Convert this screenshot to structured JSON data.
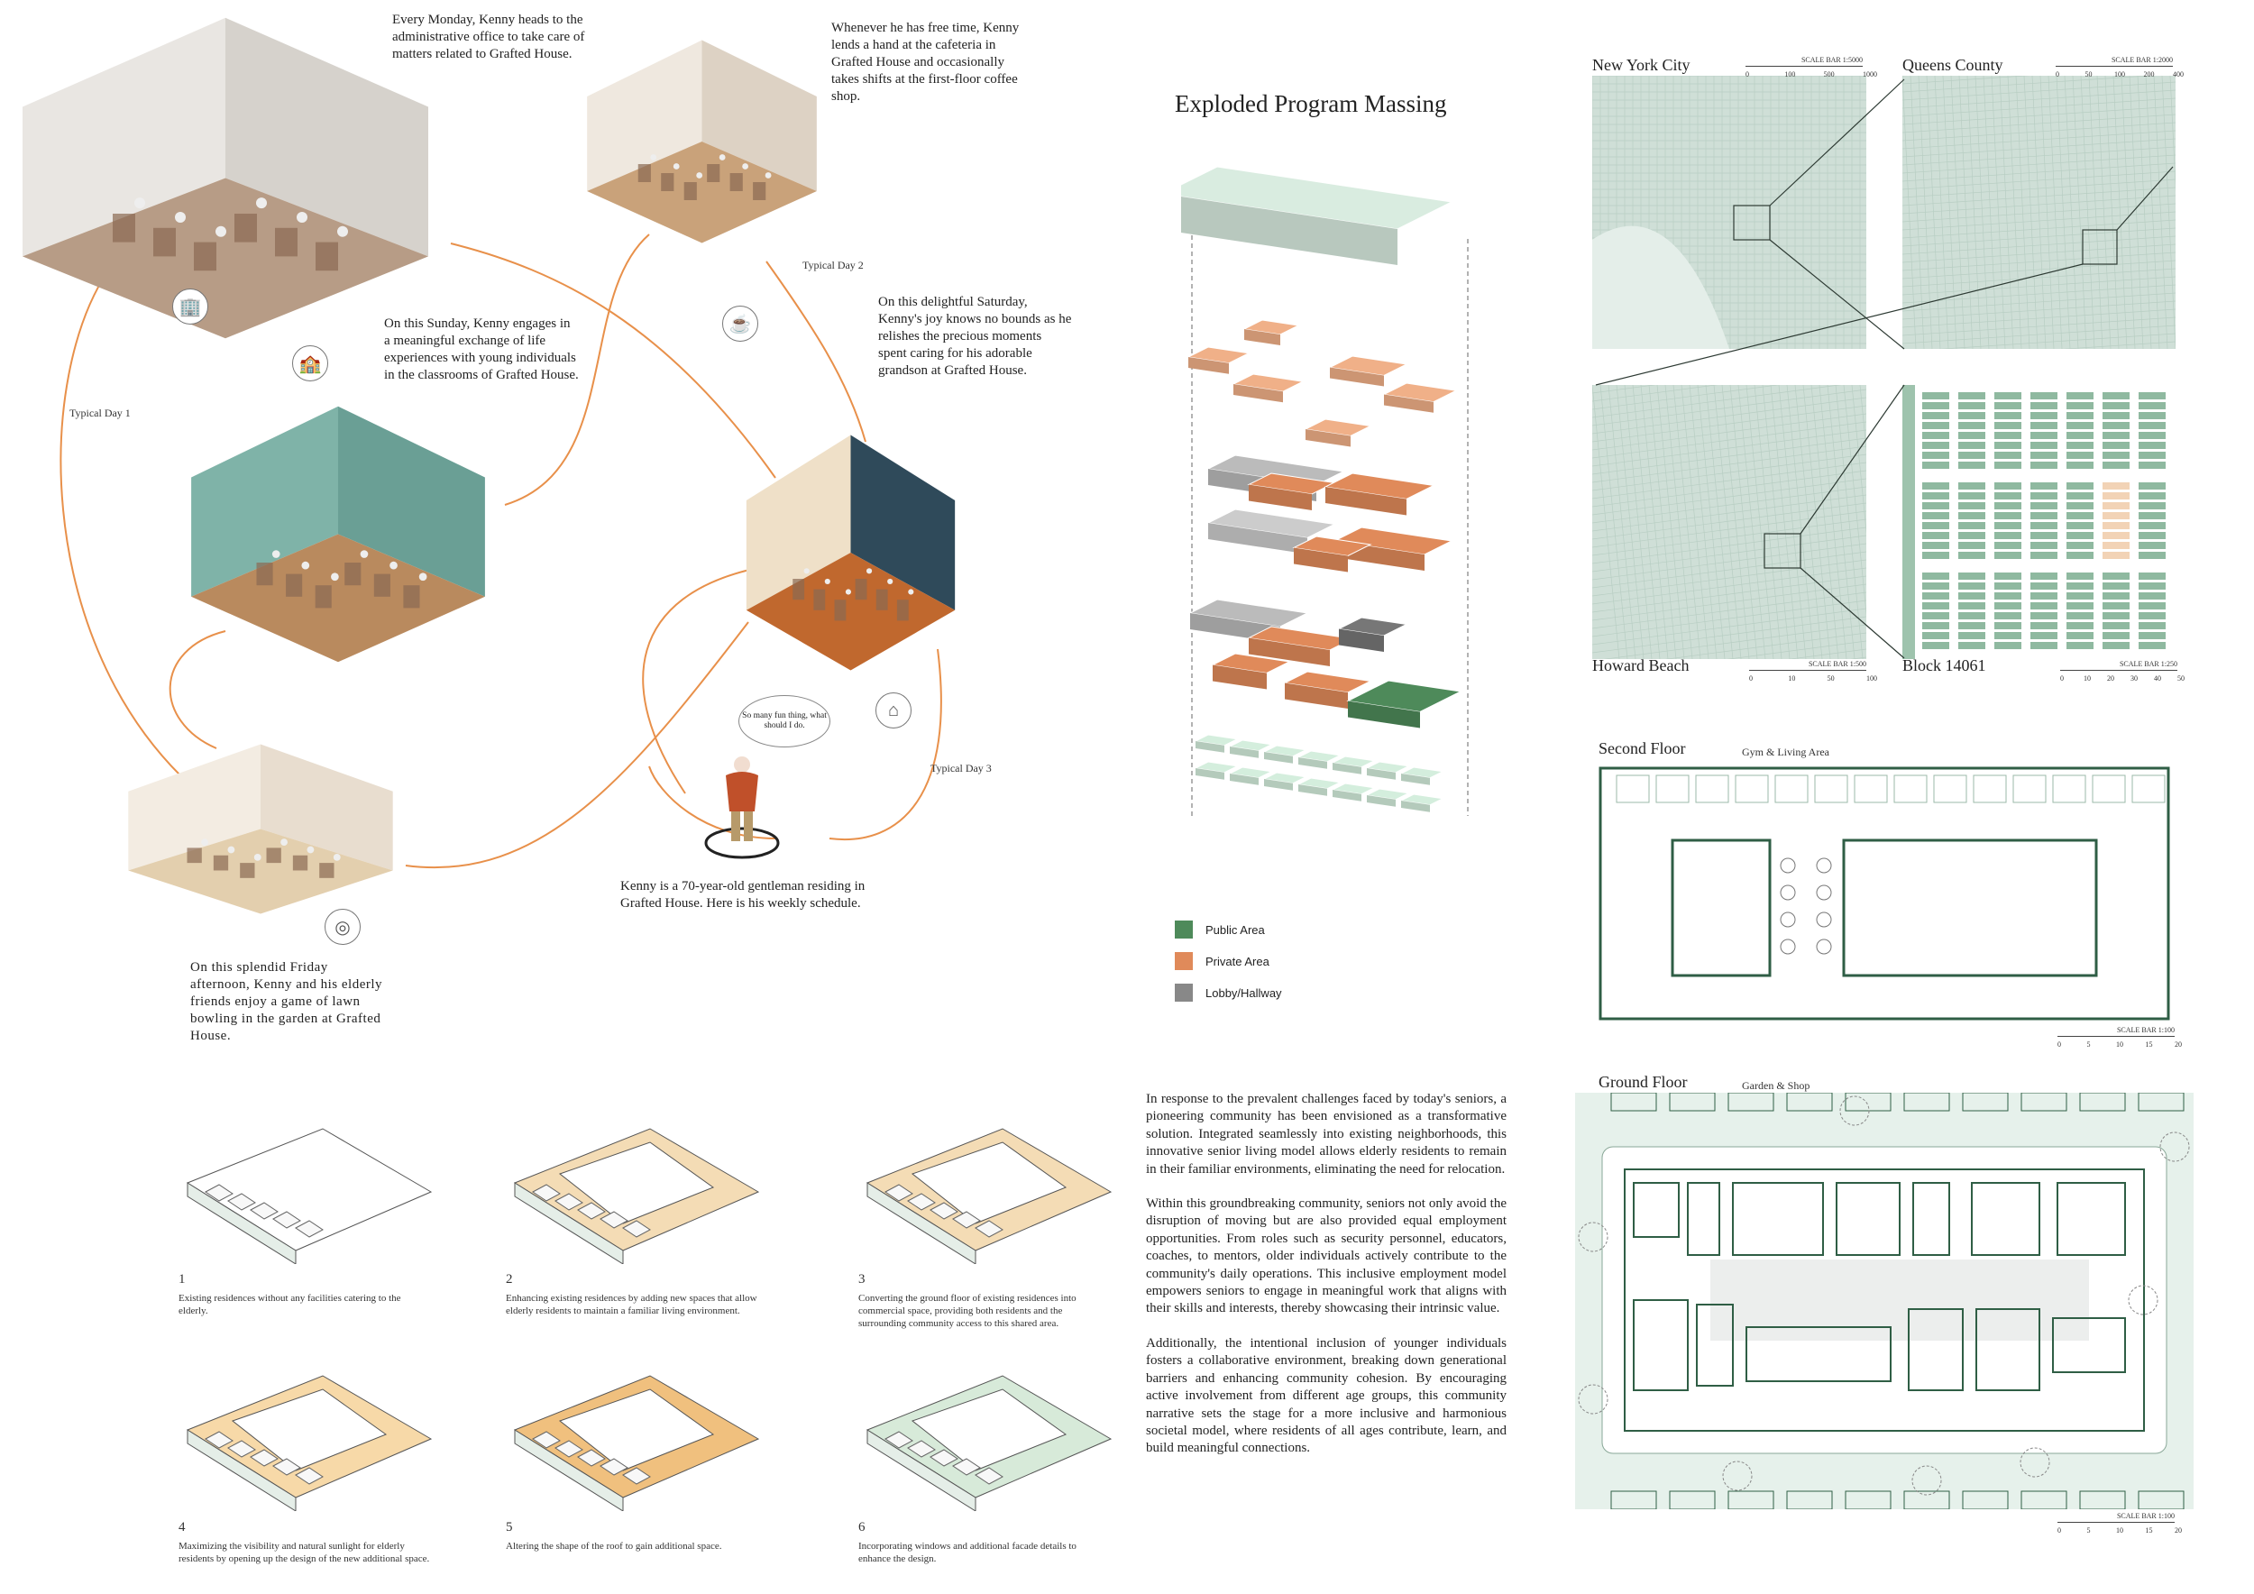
{
  "schedule": {
    "monday": "Every Monday, Kenny heads to the administrative office to take care of matters related to Grafted House.",
    "coffee": "Whenever he has free time, Kenny lends a hand at the cafeteria in Grafted House and occasionally takes shifts at the first-floor coffee shop.",
    "sunday": "On this Sunday, Kenny engages in a meaningful exchange of life experiences with young individuals in the classrooms of Grafted House.",
    "saturday": "On this delightful Saturday, Kenny's joy knows no bounds as he relishes the precious moments spent caring for his adorable grandson at Grafted House.",
    "friday": "On this splendid Friday afternoon, Kenny and his elderly friends enjoy a game of lawn bowling in the garden at Grafted House.",
    "kenny": "Kenny is a 70-year-old gentleman residing in Grafted House. Here is his weekly schedule.",
    "bubble": "So many fun thing, what should I do.",
    "day1": "Typical Day 1",
    "day2": "Typical Day 2",
    "day3": "Typical Day 3"
  },
  "massing": {
    "title": "Exploded Program Massing",
    "legend": [
      {
        "label": "Public Area",
        "color": "#4e8a5a"
      },
      {
        "label": "Private Area",
        "color": "#e08a5a"
      },
      {
        "label": "Lobby/Hallway",
        "color": "#888888"
      }
    ]
  },
  "paragraphs": [
    "In response to the prevalent challenges faced by today's seniors, a pioneering community has been envisioned as a transformative solution. Integrated seamlessly into existing neighborhoods, this innovative senior living model allows elderly residents to remain in their familiar environments, eliminating the need for relocation.",
    "Within this groundbreaking community, seniors not only avoid the disruption of moving but are also provided equal employment opportunities. From roles such as security personnel, educators, coaches, to mentors, older individuals actively contribute to the community's daily operations. This inclusive employment model empowers seniors to engage in meaningful work that aligns with their skills and interests, thereby showcasing their intrinsic value.",
    "Additionally, the intentional inclusion of younger individuals fosters a collaborative environment, breaking down generational barriers and enhancing community cohesion. By encouraging active involvement from different age groups, this community narrative sets the stage for a more inclusive and harmonious societal model, where residents of all ages contribute, learn, and build meaningful connections."
  ],
  "steps": [
    {
      "num": "1",
      "text": "Existing residences without any facilities catering to the elderly."
    },
    {
      "num": "2",
      "text": "Enhancing existing residences by adding new spaces that allow elderly residents to maintain a familiar living environment."
    },
    {
      "num": "3",
      "text": "Converting the ground floor of existing residences into commercial space, providing both residents and the surrounding community access to this shared area."
    },
    {
      "num": "4",
      "text": "Maximizing the visibility and natural sunlight for elderly residents by opening up the design of the new additional space."
    },
    {
      "num": "5",
      "text": "Altering the shape of the roof to gain additional space."
    },
    {
      "num": "6",
      "text": "Incorporating windows and additional facade details to enhance the design."
    }
  ],
  "maps": [
    {
      "label": "New York City",
      "scale": "SCALE BAR 1:5000",
      "ticks": [
        "0",
        "100",
        "500",
        "1000"
      ]
    },
    {
      "label": "Queens County",
      "scale": "SCALE BAR 1:2000",
      "ticks": [
        "0",
        "50",
        "100",
        "200",
        "400"
      ]
    },
    {
      "label": "Howard Beach",
      "scale": "SCALE BAR 1:500",
      "ticks": [
        "0",
        "10",
        "50",
        "100"
      ]
    },
    {
      "label": "Block 14061",
      "scale": "SCALE BAR 1:250",
      "ticks": [
        "0",
        "10",
        "20",
        "30",
        "40",
        "50"
      ]
    }
  ],
  "plans": {
    "second": {
      "label": "Second Floor",
      "sub": "Gym & Living Area",
      "scale": "SCALE BAR 1:100",
      "ticks": [
        "0",
        "5",
        "10",
        "15",
        "20"
      ]
    },
    "ground": {
      "label": "Ground Floor",
      "sub": "Garden & Shop",
      "scale": "SCALE BAR 1:100",
      "ticks": [
        "0",
        "5",
        "10",
        "15",
        "20"
      ]
    }
  },
  "colors": {
    "orange": "#e8904a",
    "mapGreen": "#cfdfd7",
    "planGreen": "#2f5e45"
  }
}
